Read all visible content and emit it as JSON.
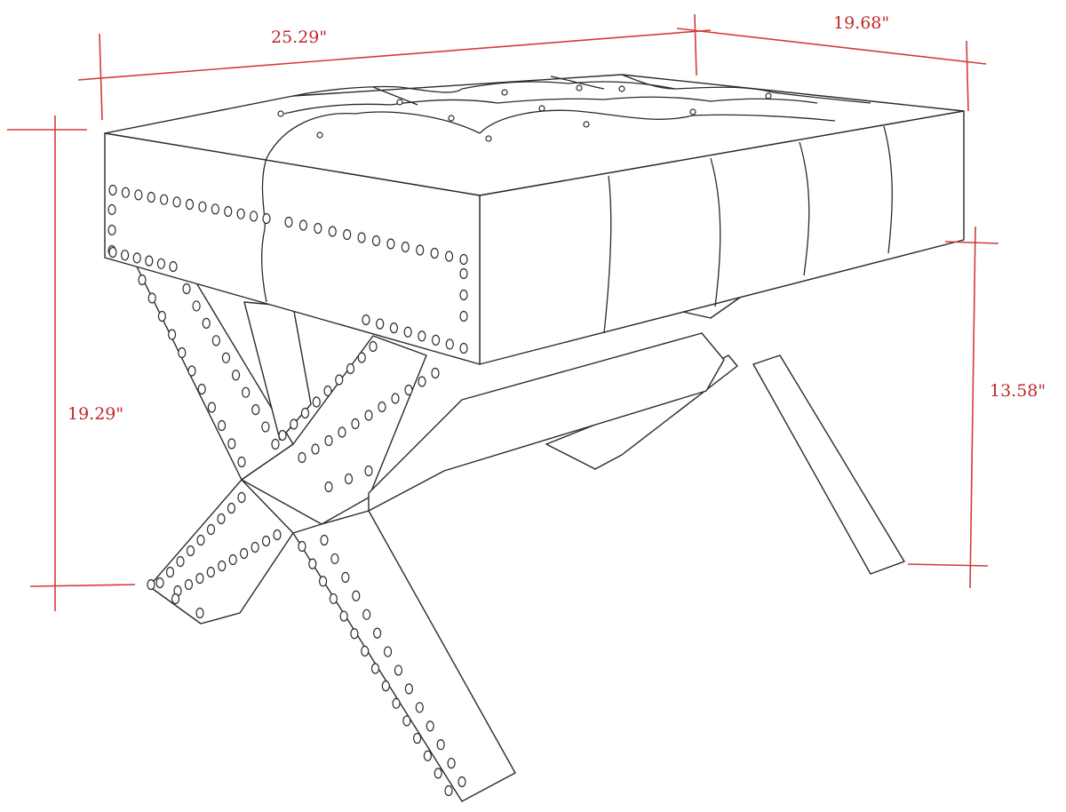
{
  "figure": {
    "subject": "tufted-bench-with-x-legs",
    "accent_color": "#c0272d",
    "dimensions": {
      "width": "25.29\"",
      "depth": "19.68\"",
      "total_height": "19.29\"",
      "leg_height": "13.58\""
    }
  }
}
